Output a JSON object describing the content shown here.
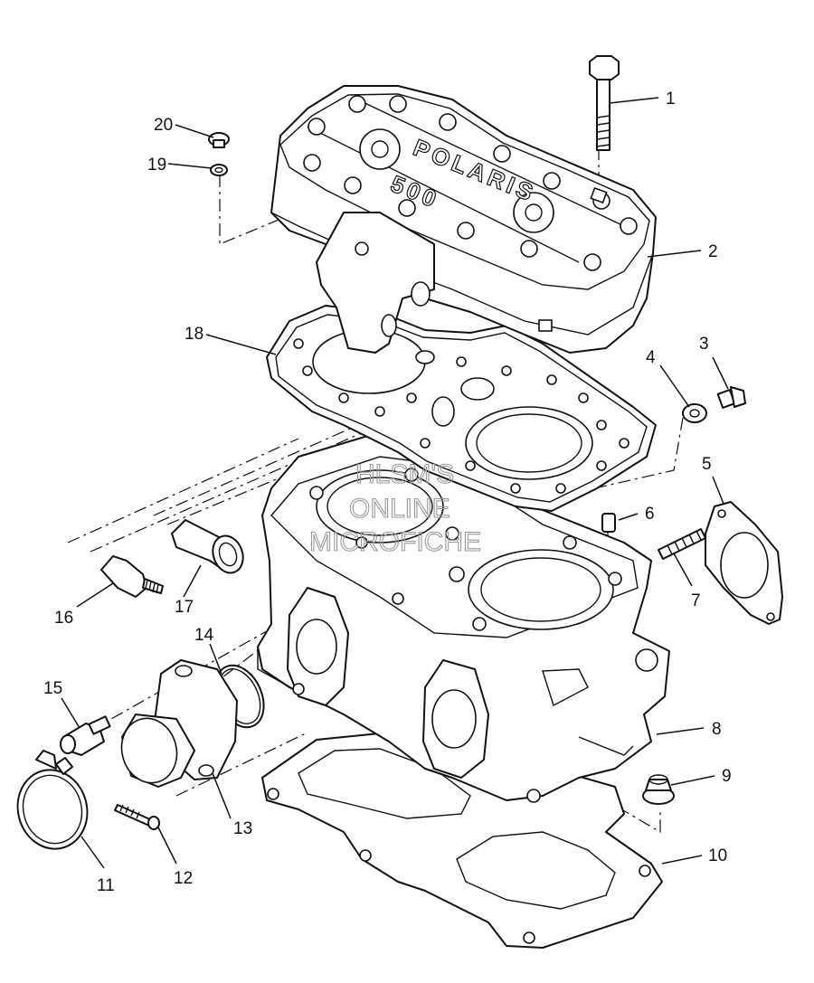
{
  "callouts": [
    {
      "num": "1",
      "name": "bolt"
    },
    {
      "num": "2",
      "name": "cylinder-head-cover"
    },
    {
      "num": "3",
      "name": "screw"
    },
    {
      "num": "4",
      "name": "washer"
    },
    {
      "num": "5",
      "name": "exhaust-gasket"
    },
    {
      "num": "6",
      "name": "dowel-pin"
    },
    {
      "num": "7",
      "name": "stud"
    },
    {
      "num": "8",
      "name": "cylinder"
    },
    {
      "num": "9",
      "name": "flange-nut"
    },
    {
      "num": "10",
      "name": "base-gasket"
    },
    {
      "num": "11",
      "name": "hose-clamp"
    },
    {
      "num": "12",
      "name": "screw-small"
    },
    {
      "num": "13",
      "name": "intake-adaptor"
    },
    {
      "num": "14",
      "name": "o-ring"
    },
    {
      "num": "15",
      "name": "plug"
    },
    {
      "num": "16",
      "name": "temperature-sensor"
    },
    {
      "num": "17",
      "name": "sleeve"
    },
    {
      "num": "18",
      "name": "head-gasket"
    },
    {
      "num": "19",
      "name": "sealing-washer"
    },
    {
      "num": "20",
      "name": "bleed-screw"
    }
  ],
  "emboss": {
    "brand": "POLARIS",
    "model": "500"
  },
  "watermark": {
    "line1": "HLSM'S",
    "line2": "ONLINE",
    "line3": "MICROFICHE"
  }
}
